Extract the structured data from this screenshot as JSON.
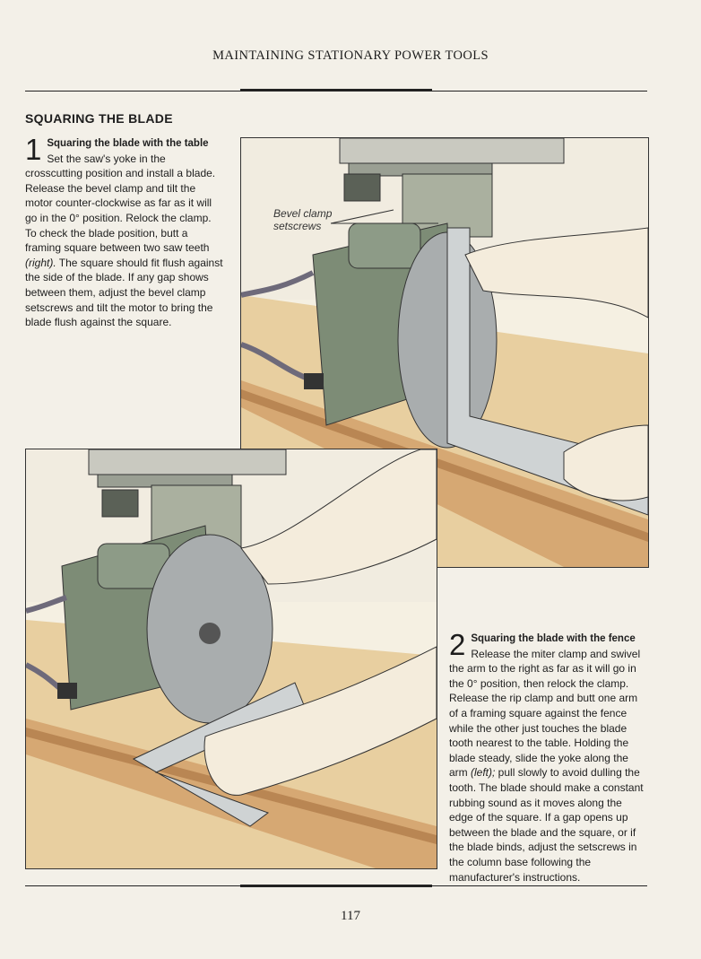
{
  "header": {
    "running_head": "MAINTAINING STATIONARY POWER TOOLS"
  },
  "section": {
    "title": "SQUARING THE BLADE"
  },
  "step1": {
    "number": "1",
    "title": "Squaring the blade with the table",
    "body_before": "Set the saw's yoke in the crosscutting position and install a blade. Release the bevel clamp and tilt the motor counter-clockwise as far as it will go in the 0° position. Relock the clamp. To check the blade position, butt a framing square between two saw teeth ",
    "body_em": "(right).",
    "body_after": " The square should fit flush against the side of the blade. If any gap shows between them, adjust the bevel clamp setscrews and tilt the motor to bring the blade flush against the square."
  },
  "figure1": {
    "callout_line1": "Bevel clamp",
    "callout_line2": "setscrews"
  },
  "step2": {
    "number": "2",
    "title": "Squaring the blade with the fence",
    "body_before": "Release the miter clamp and swivel the arm to the right as far as it will go in the 0° position, then relock the clamp. Release the rip clamp and butt one arm of a framing square against the fence while the other just touches the blade tooth nearest to the table. Holding the blade steady, slide the yoke along the arm ",
    "body_em": "(left);",
    "body_after": " pull slowly to avoid dulling the tooth. The blade should make a constant rubbing sound as it moves along the edge of the square. If a gap opens up between the blade and the square, or if the blade binds, adjust the setscrews in the column base following the manufacturer's instructions."
  },
  "footer": {
    "page_number": "117"
  },
  "colors": {
    "paper": "#f3f0e8",
    "wood": "#e8cfa0",
    "fence": "#d6a873",
    "motor": "#7d8c76",
    "metal": "#a9adae",
    "skin": "#f4ecdc",
    "cord": "#6e6a7a"
  }
}
